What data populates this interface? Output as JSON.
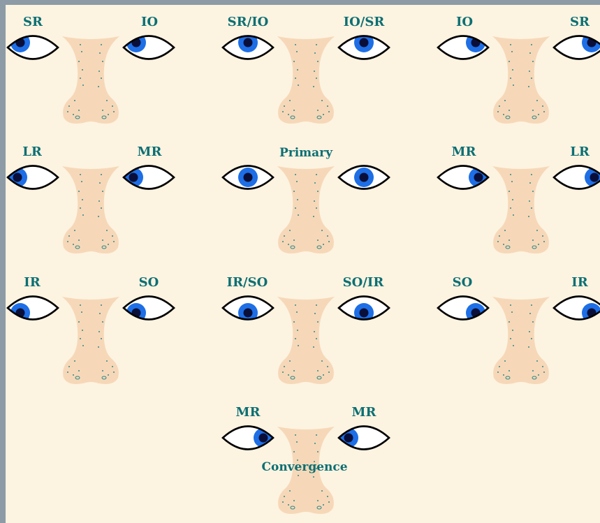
{
  "colors": {
    "background": "#fdf3e1",
    "label": "#0b6f73",
    "iris": "#1e6fe6",
    "pupil": "#0a0f3a",
    "nose": "#f6d8b8",
    "nose_dots": "#2e8a8a"
  },
  "panels": [
    {
      "id": "up-right",
      "labels": [
        "SR",
        "IO"
      ],
      "gaze": "up-right"
    },
    {
      "id": "up",
      "labels": [
        "SR/IO",
        "IO/SR"
      ],
      "gaze": "up"
    },
    {
      "id": "up-left",
      "labels": [
        "IO",
        "SR"
      ],
      "gaze": "up-left"
    },
    {
      "id": "right",
      "labels": [
        "LR",
        "MR"
      ],
      "gaze": "right"
    },
    {
      "id": "primary",
      "labels": [
        "Primary"
      ],
      "gaze": "center"
    },
    {
      "id": "left",
      "labels": [
        "MR",
        "LR"
      ],
      "gaze": "left"
    },
    {
      "id": "down-right",
      "labels": [
        "IR",
        "SO"
      ],
      "gaze": "down-right"
    },
    {
      "id": "down",
      "labels": [
        "IR/SO",
        "SO/IR"
      ],
      "gaze": "down"
    },
    {
      "id": "down-left",
      "labels": [
        "SO",
        "IR"
      ],
      "gaze": "down-left"
    },
    {
      "id": "convergence",
      "labels": [
        "MR",
        "MR"
      ],
      "caption": "Convergence",
      "gaze": "converge"
    }
  ]
}
